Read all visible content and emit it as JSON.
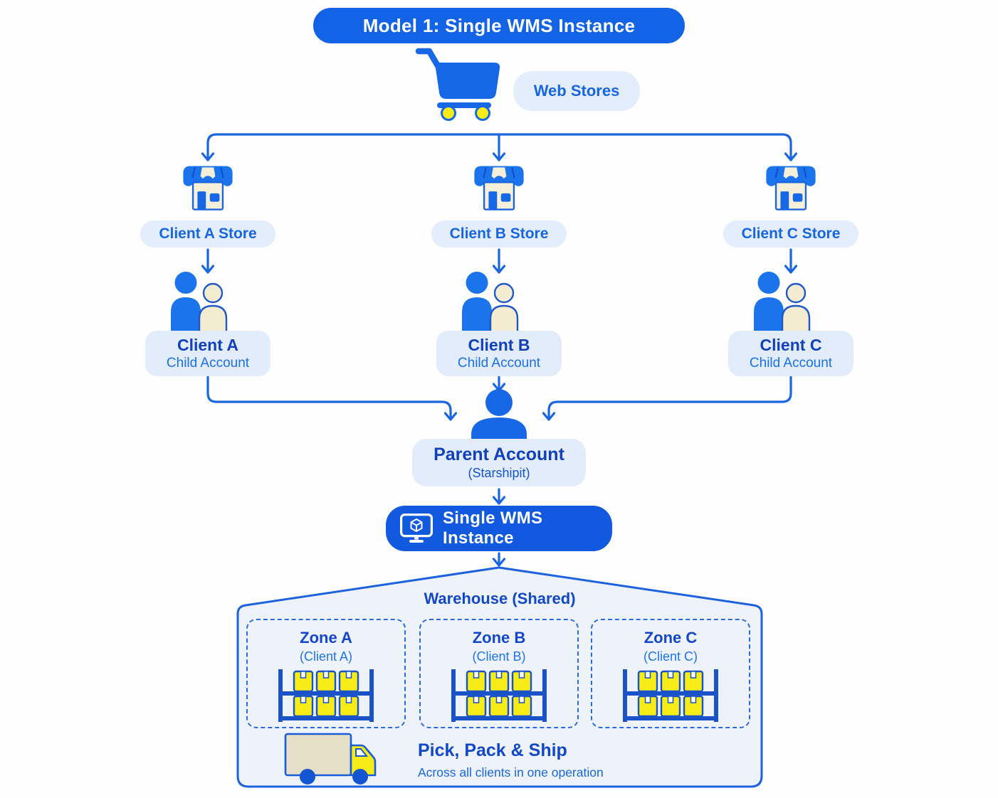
{
  "title": "Model 1: Single WMS Instance",
  "web_stores_label": "Web Stores",
  "stores": [
    {
      "label": "Client A Store"
    },
    {
      "label": "Client B Store"
    },
    {
      "label": "Client C Store"
    }
  ],
  "child_accounts": [
    {
      "name": "Client A",
      "role": "Child Account"
    },
    {
      "name": "Client B",
      "role": "Child Account"
    },
    {
      "name": "Client C",
      "role": "Child Account"
    }
  ],
  "parent_account": {
    "name": "Parent Account",
    "org": "(Starshipit)"
  },
  "wms_label": "Single WMS Instance",
  "warehouse": {
    "title": "Warehouse (Shared)",
    "zones": [
      {
        "name": "Zone A",
        "client": "(Client A)"
      },
      {
        "name": "Zone B",
        "client": "(Client B)"
      },
      {
        "name": "Zone C",
        "client": "(Client C)"
      }
    ],
    "fulfillment_title": "Pick, Pack & Ship",
    "fulfillment_subtitle": "Across all clients in one operation"
  },
  "icons": {
    "cart": "shopping-cart-icon",
    "store": "storefront-icon",
    "child_account": "two-people-icon",
    "parent_account": "person-icon",
    "wms": "monitor-package-icon",
    "zone": "warehouse-shelf-icon",
    "fulfillment": "delivery-truck-icon"
  },
  "colors": {
    "primary_blue": "#1668e6",
    "banner_blue": "#1263e6",
    "wms_banner_blue": "#1159de",
    "deep_text_blue": "#1140bc",
    "label_blue": "#1766e0",
    "light_pill": "#e3edfc",
    "line_blue": "#1966e0",
    "warehouse_fill": "#eef3fb",
    "box_yellow": "#f7ec15",
    "people_cream": "#f3ecd0",
    "truck_cream": "#e5dfc8"
  }
}
